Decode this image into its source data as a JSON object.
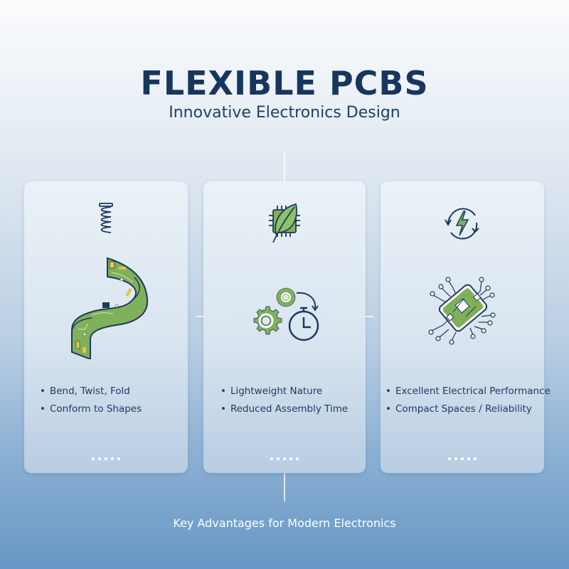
{
  "header": {
    "title": "FLEXIBLE PCBS",
    "subtitle": "Innovative Electronics Design"
  },
  "cards": [
    {
      "top_icon": "spring-icon",
      "illustration": "flexible-pcb-ribbon-illustration",
      "bullets": [
        "Bend, Twist, Fold",
        "Conform to Shapes"
      ],
      "dots": 5
    },
    {
      "top_icon": "leaf-chip-icon",
      "illustration": "gears-stopwatch-illustration",
      "bullets": [
        "Lightweight Nature",
        "Reduced Assembly Time"
      ],
      "dots": 5
    },
    {
      "top_icon": "lightning-cycle-icon",
      "illustration": "circuit-board-chip-illustration",
      "bullets": [
        "Excellent Electrical Performance",
        "Compact Spaces / Reliability"
      ],
      "dots": 5
    }
  ],
  "footer": {
    "caption": "Key Advantages for Modern Electronics"
  },
  "colors": {
    "title": "#17365d",
    "accent_green": "#79b04f",
    "outline_navy": "#1d3a5f",
    "pad_yellow": "#e8c54a",
    "bg_bottom": "#6797c4"
  }
}
